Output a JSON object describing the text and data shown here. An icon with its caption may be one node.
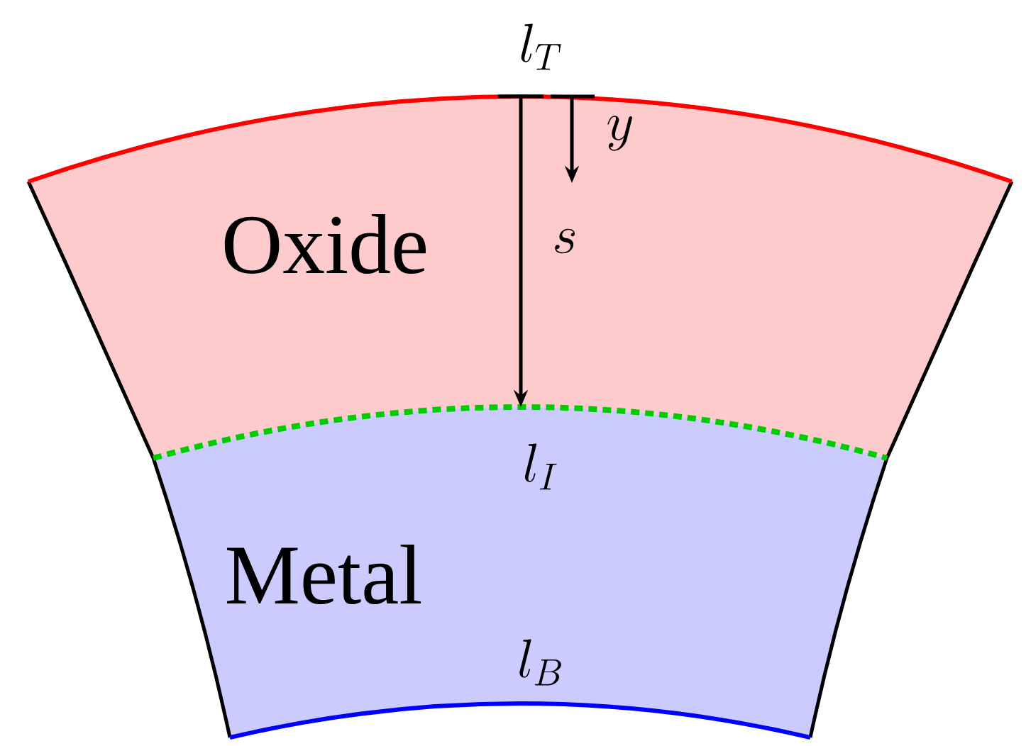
{
  "diagram": {
    "nodes": [
      {
        "text": [
          "Oxide"
        ]
      },
      {
        "text": [
          "Metal"
        ]
      }
    ],
    "labels": [
      "l_T",
      "y",
      "s",
      "l_I",
      "l_B"
    ]
  }
}
